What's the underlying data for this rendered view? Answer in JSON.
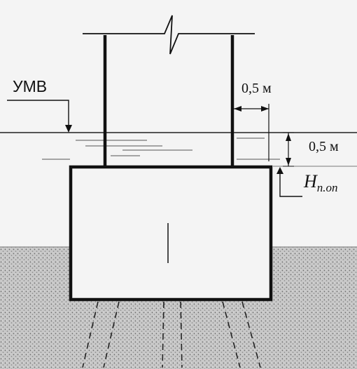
{
  "labels": {
    "water_level": "УМВ",
    "horizontal_gap": "0,5 м",
    "vertical_gap": "0,5 м",
    "height_symbol": "H",
    "height_subscript": "п.оп"
  },
  "colors": {
    "line": "#111111",
    "background": "#f4f4f4",
    "soil": "#c8c8c8",
    "soil_dot": "#6e6e6e"
  }
}
